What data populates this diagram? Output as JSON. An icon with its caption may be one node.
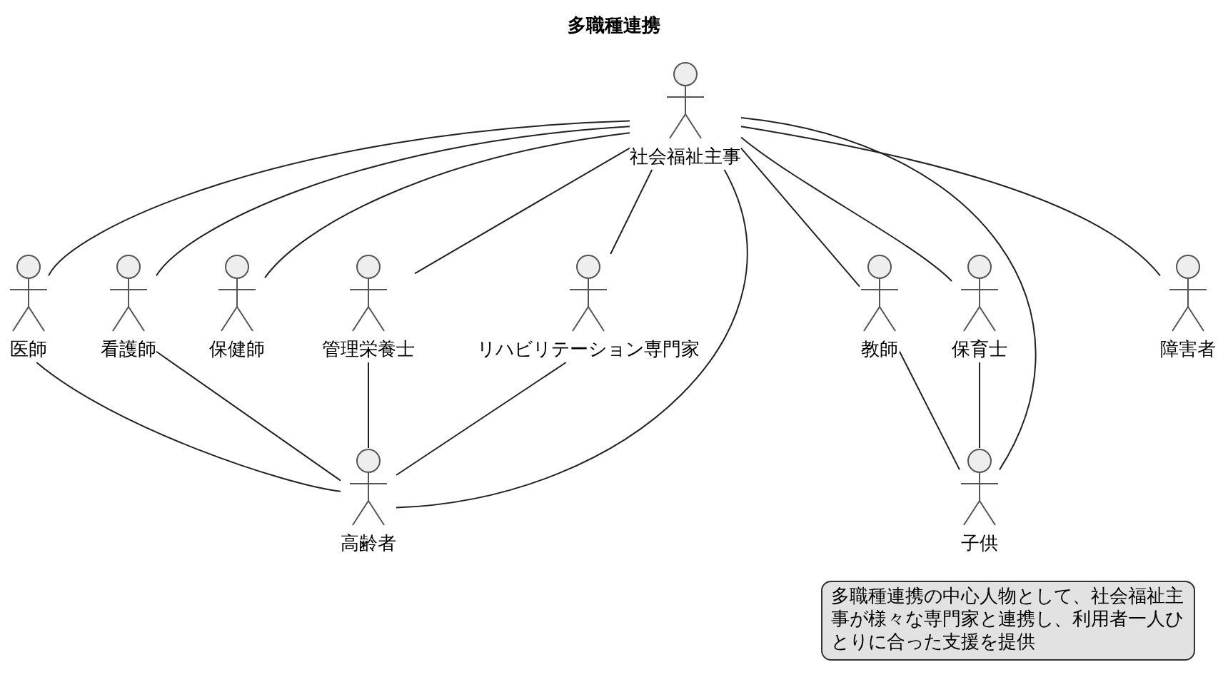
{
  "diagram": {
    "title": "多職種連携",
    "nodes": [
      {
        "text": [
          "社会福祉主事"
        ]
      },
      {
        "text": [
          "医師"
        ]
      },
      {
        "text": [
          "看護師"
        ]
      },
      {
        "text": [
          "保健師"
        ]
      },
      {
        "text": [
          "管理栄養士"
        ]
      },
      {
        "text": [
          "リハビリテーション専門家"
        ]
      },
      {
        "text": [
          "教師"
        ]
      },
      {
        "text": [
          "保育士"
        ]
      },
      {
        "text": [
          "障害者"
        ]
      },
      {
        "text": [
          "高齢者"
        ]
      },
      {
        "text": [
          "子供"
        ]
      },
      {
        "text": [
          "多職種連携の中心人物として、社会福祉主事が様々な専門家と連携し、利用者一人ひとりに合った支援を提供"
        ]
      }
    ],
    "edges": [
      {
        "from": 0,
        "to": 1,
        "arrow": "none"
      },
      {
        "from": 0,
        "to": 2,
        "arrow": "none"
      },
      {
        "from": 0,
        "to": 3,
        "arrow": "none"
      },
      {
        "from": 0,
        "to": 4,
        "arrow": "none"
      },
      {
        "from": 0,
        "to": 5,
        "arrow": "none"
      },
      {
        "from": 0,
        "to": 9,
        "arrow": "none"
      },
      {
        "from": 0,
        "to": 6,
        "arrow": "none"
      },
      {
        "from": 0,
        "to": 7,
        "arrow": "none"
      },
      {
        "from": 0,
        "to": 10,
        "arrow": "none"
      },
      {
        "from": 0,
        "to": 8,
        "arrow": "none"
      },
      {
        "from": 1,
        "to": 9,
        "arrow": "none"
      },
      {
        "from": 2,
        "to": 9,
        "arrow": "none"
      },
      {
        "from": 4,
        "to": 9,
        "arrow": "none"
      },
      {
        "from": 5,
        "to": 9,
        "arrow": "none"
      },
      {
        "from": 6,
        "to": 10,
        "arrow": "none"
      },
      {
        "from": 7,
        "to": 10,
        "arrow": "none"
      }
    ]
  }
}
